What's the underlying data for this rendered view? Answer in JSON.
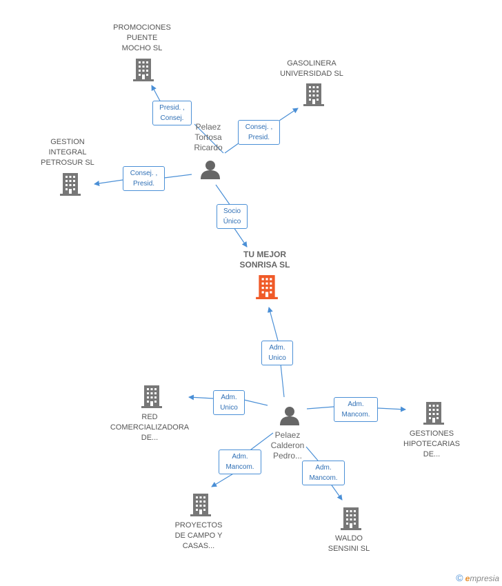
{
  "colors": {
    "edge": "#4a8fd6",
    "building": "#777777",
    "main_building": "#f05a28",
    "person": "#666666"
  },
  "companies": [
    {
      "id": "promociones",
      "label": "PROMOCIONES\nPUENTE\nMOCHO SL"
    },
    {
      "id": "gasolinera",
      "label": "GASOLINERA\nUNIVERSIDAD SL"
    },
    {
      "id": "gestion",
      "label": "GESTION\nINTEGRAL\nPETROSUR SL"
    },
    {
      "id": "tumejor",
      "label": "TU MEJOR\nSONRISA SL"
    },
    {
      "id": "red",
      "label": "RED\nCOMERCIALIZADORA\nDE..."
    },
    {
      "id": "gestiones",
      "label": "GESTIONES\nHIPOTECARIAS\nDE..."
    },
    {
      "id": "proyectos",
      "label": "PROYECTOS\nDE CAMPO Y\nCASAS..."
    },
    {
      "id": "waldo",
      "label": "WALDO\nSENSINI SL"
    }
  ],
  "persons": [
    {
      "id": "pelaez_tortosa",
      "label": "Pelaez\nTortosa\nRicardo"
    },
    {
      "id": "pelaez_calderon",
      "label": "Pelaez\nCalderon\nPedro..."
    }
  ],
  "relations": [
    {
      "id": "r1",
      "label": "Presid. ,\nConsej."
    },
    {
      "id": "r2",
      "label": "Consej. ,\nPresid."
    },
    {
      "id": "r3",
      "label": "Consej. ,\nPresid."
    },
    {
      "id": "r4",
      "label": "Socio\nÚnico"
    },
    {
      "id": "r5",
      "label": "Adm.\nUnico"
    },
    {
      "id": "r6",
      "label": "Adm.\nUnico"
    },
    {
      "id": "r7",
      "label": "Adm.\nMancom."
    },
    {
      "id": "r8",
      "label": "Adm.\nMancom."
    },
    {
      "id": "r9",
      "label": "Adm.\nMancom."
    }
  ],
  "brand": {
    "copyright": "©",
    "e": "e",
    "rest": "mpresia"
  }
}
